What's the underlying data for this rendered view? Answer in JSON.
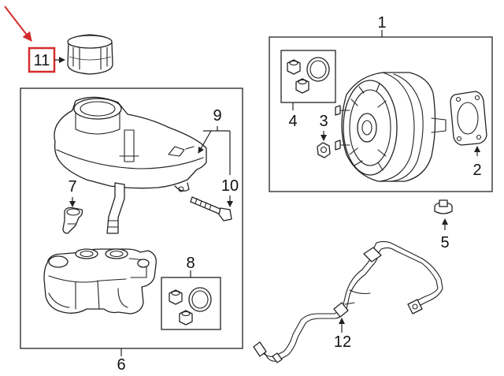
{
  "callouts": {
    "c1": "1",
    "c2": "2",
    "c3": "3",
    "c4": "4",
    "c5": "5",
    "c6": "6",
    "c7": "7",
    "c8": "8",
    "c9": "9",
    "c10": "10",
    "c11": "11",
    "c12": "12"
  },
  "highlight": {
    "callout": "11",
    "color": "#d42b2b"
  },
  "colors": {
    "line": "#222222",
    "background": "#ffffff"
  }
}
